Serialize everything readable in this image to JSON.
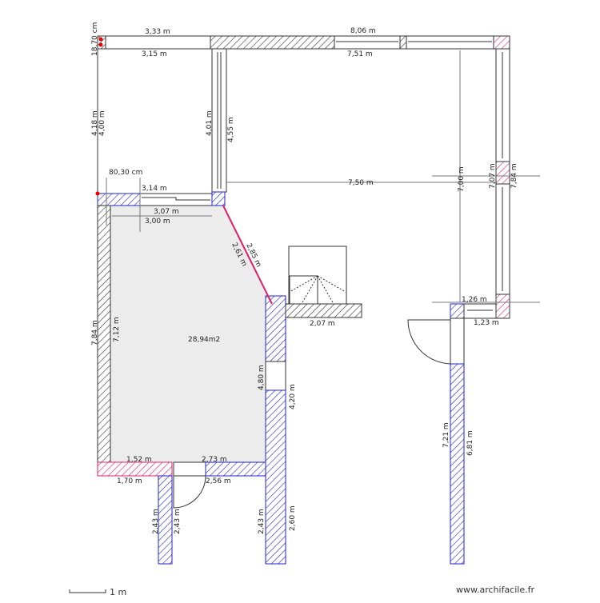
{
  "plan": {
    "area_label": "28,94m2",
    "colors": {
      "black_wall": "#333333",
      "blue_wall": "#2222cc",
      "pink_wall": "#e0206a",
      "floor": "#ececec"
    },
    "dims": {
      "d_18_70": "18,70 cm",
      "d_3_33": "3,33 m",
      "d_3_15": "3,15 m",
      "d_4_18": "4,18 m",
      "d_4_00": "4,00 m",
      "d_4_01": "4,01 m",
      "d_4_55": "4,55 m",
      "d_80_30": "80,30 cm",
      "d_3_14": "3,14 m",
      "d_3_07": "3,07 m",
      "d_3_00": "3,00 m",
      "d_8_06": "8,06 m",
      "d_7_51": "7,51 m",
      "d_7_50": "7,50 m",
      "d_7_00": "7,00 m",
      "d_7_07": "7,07 m",
      "d_7_84r": "7,84 m",
      "d_1_26": "1,26 m",
      "d_1_23": "1,23 m",
      "d_2_61": "2,61 m",
      "d_2_85": "2,85 m",
      "d_2_07": "2,07 m",
      "d_7_84": "7,84 m",
      "d_7_12": "7,12 m",
      "d_4_80": "4,80 m",
      "d_4_20": "4,20 m",
      "d_1_52": "1,52 m",
      "d_2_73": "2,73 m",
      "d_1_70": "1,70 m",
      "d_2_56": "2,56 m",
      "d_2_43a": "2,43 m",
      "d_2_43b": "2,43 m",
      "d_2_43c": "2,43 m",
      "d_2_60": "2,60 m",
      "d_7_21": "7,21 m",
      "d_6_81": "6,81 m"
    }
  },
  "scale": {
    "label": "1 m"
  },
  "watermark": "www.archifacile.fr"
}
